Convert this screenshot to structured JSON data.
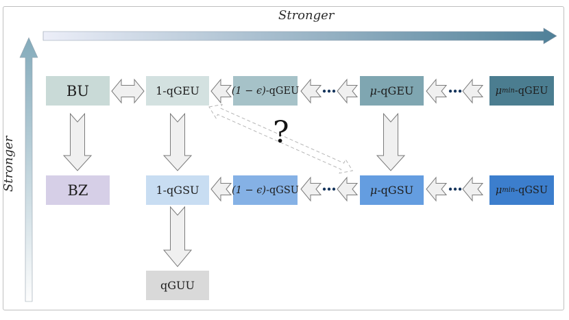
{
  "axes": {
    "horizontal_label": "Stronger",
    "vertical_label": "Stronger"
  },
  "annotations": {
    "question_mark": "?"
  },
  "boxes": {
    "bu": {
      "label": "BU"
    },
    "qgeu_1": {
      "label": "1-qGEU"
    },
    "qgeu_eps": {
      "prefix": "(1 − ϵ)",
      "suffix": "-qGEU"
    },
    "qgeu_mu": {
      "prefix": "μ",
      "suffix": "-qGEU"
    },
    "qgeu_mumin": {
      "prefix": "μ",
      "sub": "min",
      "suffix": "-qGEU"
    },
    "bz": {
      "label": "BZ"
    },
    "qgsu_1": {
      "label": "1-qGSU"
    },
    "qgsu_eps": {
      "prefix": "(1 − ϵ)",
      "suffix": "-qGSU"
    },
    "qgsu_mu": {
      "prefix": "μ",
      "suffix": "-qGSU"
    },
    "qgsu_mumin": {
      "prefix": "μ",
      "sub": "min",
      "suffix": "-qGSU"
    },
    "qguu": {
      "label": "qGUU"
    }
  },
  "colors": {
    "bu": "#c9dad7",
    "qgeu_1": "#d3e1e0",
    "qgeu_eps": "#a6c2c8",
    "qgeu_mu": "#7fa6b1",
    "qgeu_mumin": "#4b7d90",
    "bz": "#d6cfe7",
    "qgsu_1": "#c8ddf2",
    "qgsu_eps": "#85b1e5",
    "qgsu_mu": "#649de0",
    "qgsu_mumin": "#3c7ecd",
    "qguu": "#d9d9d9",
    "gradient_light": "#eceef8",
    "gradient_dark": "#4f8098",
    "block_arrow_fill": "#f0f0f0",
    "block_arrow_stroke": "#7a7a7a",
    "ellipsis_dots": "#17365d",
    "dashed_arrow": "#b5b5b5"
  }
}
